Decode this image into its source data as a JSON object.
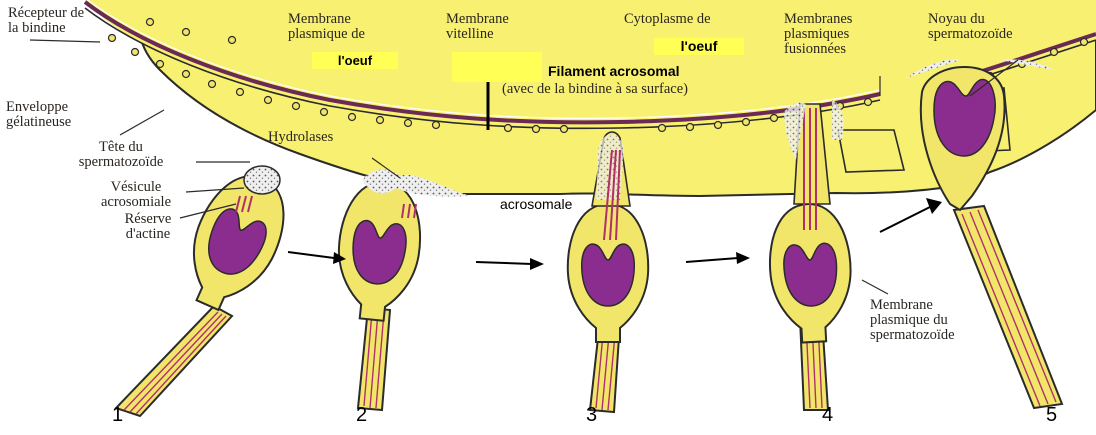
{
  "labels": {
    "recepteur": "Récepteur de la bindine",
    "membrane_plasmique_oeuf": "Membrane plasmique de",
    "oeuf_1": "l'oeuf",
    "membrane_vitelline": "Membrane vitelline",
    "cytoplasme": "Cytoplasme de",
    "oeuf_2": "l'oeuf",
    "membranes_fusionnees": "Membranes plasmiques fusionnées",
    "noyau": "Noyau du spermatozoïde",
    "filament_acrosomal": "Filament acrosomal",
    "bindine_surface": "(avec de la bindine à sa surface)",
    "enveloppe": "Enveloppe gélatineuse",
    "hydrolases": "Hydrolases",
    "tete": "Tête du spermatozoïde",
    "vesicule": "Vésicule acrosomiale",
    "reserve": "Réserve d'actine",
    "acrosomale": "acrosomale",
    "membrane_sperm": "Membrane plasmique du spermatozoïde"
  },
  "stages": [
    "1",
    "2",
    "3",
    "4",
    "5"
  ],
  "colors": {
    "egg": "#f8f070",
    "sperm": "#f2e66a",
    "nucleus": "#8a2d8e",
    "outline": "#2b2b2b",
    "actin": "#b0306a",
    "highlight": "#ffff55",
    "membrane": "#6a2a55"
  }
}
